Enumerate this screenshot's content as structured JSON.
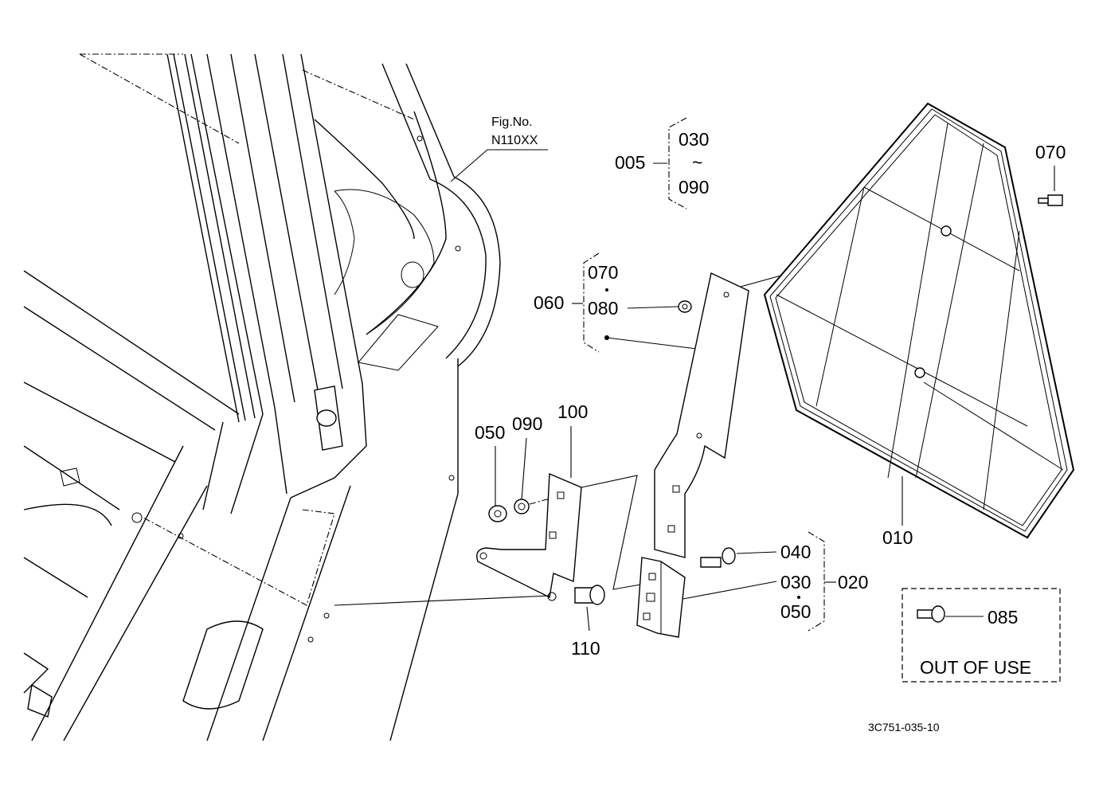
{
  "figure_ref": {
    "line1": "Fig.No.",
    "line2": "N110XX"
  },
  "labels": {
    "p005": "005",
    "p005_from": "030",
    "p005_tilde": "~",
    "p005_to": "090",
    "p060": "060",
    "p060_a": "070",
    "p060_b": "080",
    "p070": "070",
    "p010": "010",
    "p050": "050",
    "p090": "090",
    "p100": "100",
    "p110": "110",
    "p040": "040",
    "p030": "030",
    "p050b": "050",
    "p020": "020",
    "p085": "085"
  },
  "out_of_use": {
    "text": "OUT OF USE"
  },
  "drawing_number": "3C751-035-10"
}
